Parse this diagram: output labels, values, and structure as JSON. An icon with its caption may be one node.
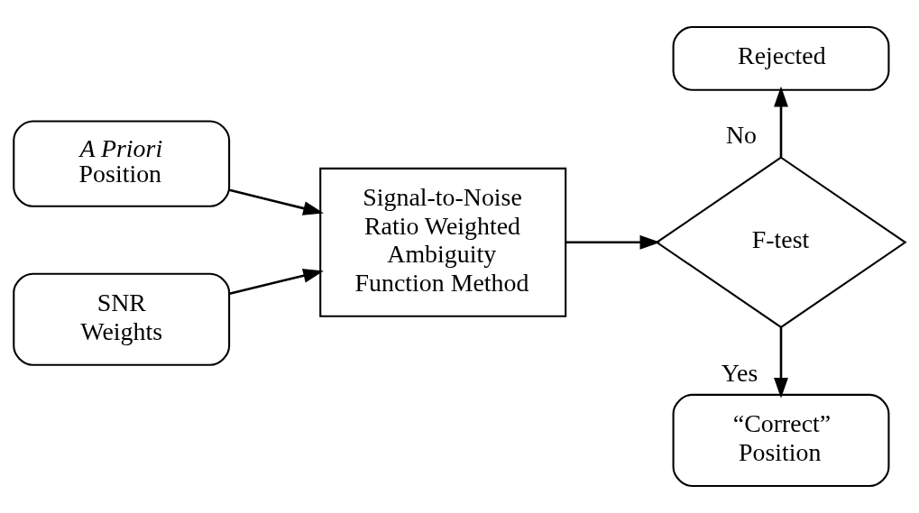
{
  "diagram": {
    "nodes": [
      {
        "text": [
          "*A Priori* Position"
        ]
      },
      {
        "text": [
          "SNR Weights"
        ]
      },
      {
        "text": [
          "Signal-to-Noise Ratio Weighted Ambiguity Function Method"
        ]
      },
      {
        "text": [
          "F-test"
        ]
      },
      {
        "text": [
          "Rejected"
        ]
      },
      {
        "text": [
          "“Correct” Position"
        ]
      }
    ],
    "edges": [
      {
        "from": 0,
        "to": 2,
        "arrow": "to"
      },
      {
        "from": 1,
        "to": 2,
        "arrow": "to"
      },
      {
        "from": 2,
        "to": 3,
        "arrow": "to"
      },
      {
        "from": 3,
        "to": 4,
        "arrow": "to",
        "label": "No"
      },
      {
        "from": 3,
        "to": 5,
        "arrow": "to",
        "label": "Yes"
      }
    ]
  }
}
